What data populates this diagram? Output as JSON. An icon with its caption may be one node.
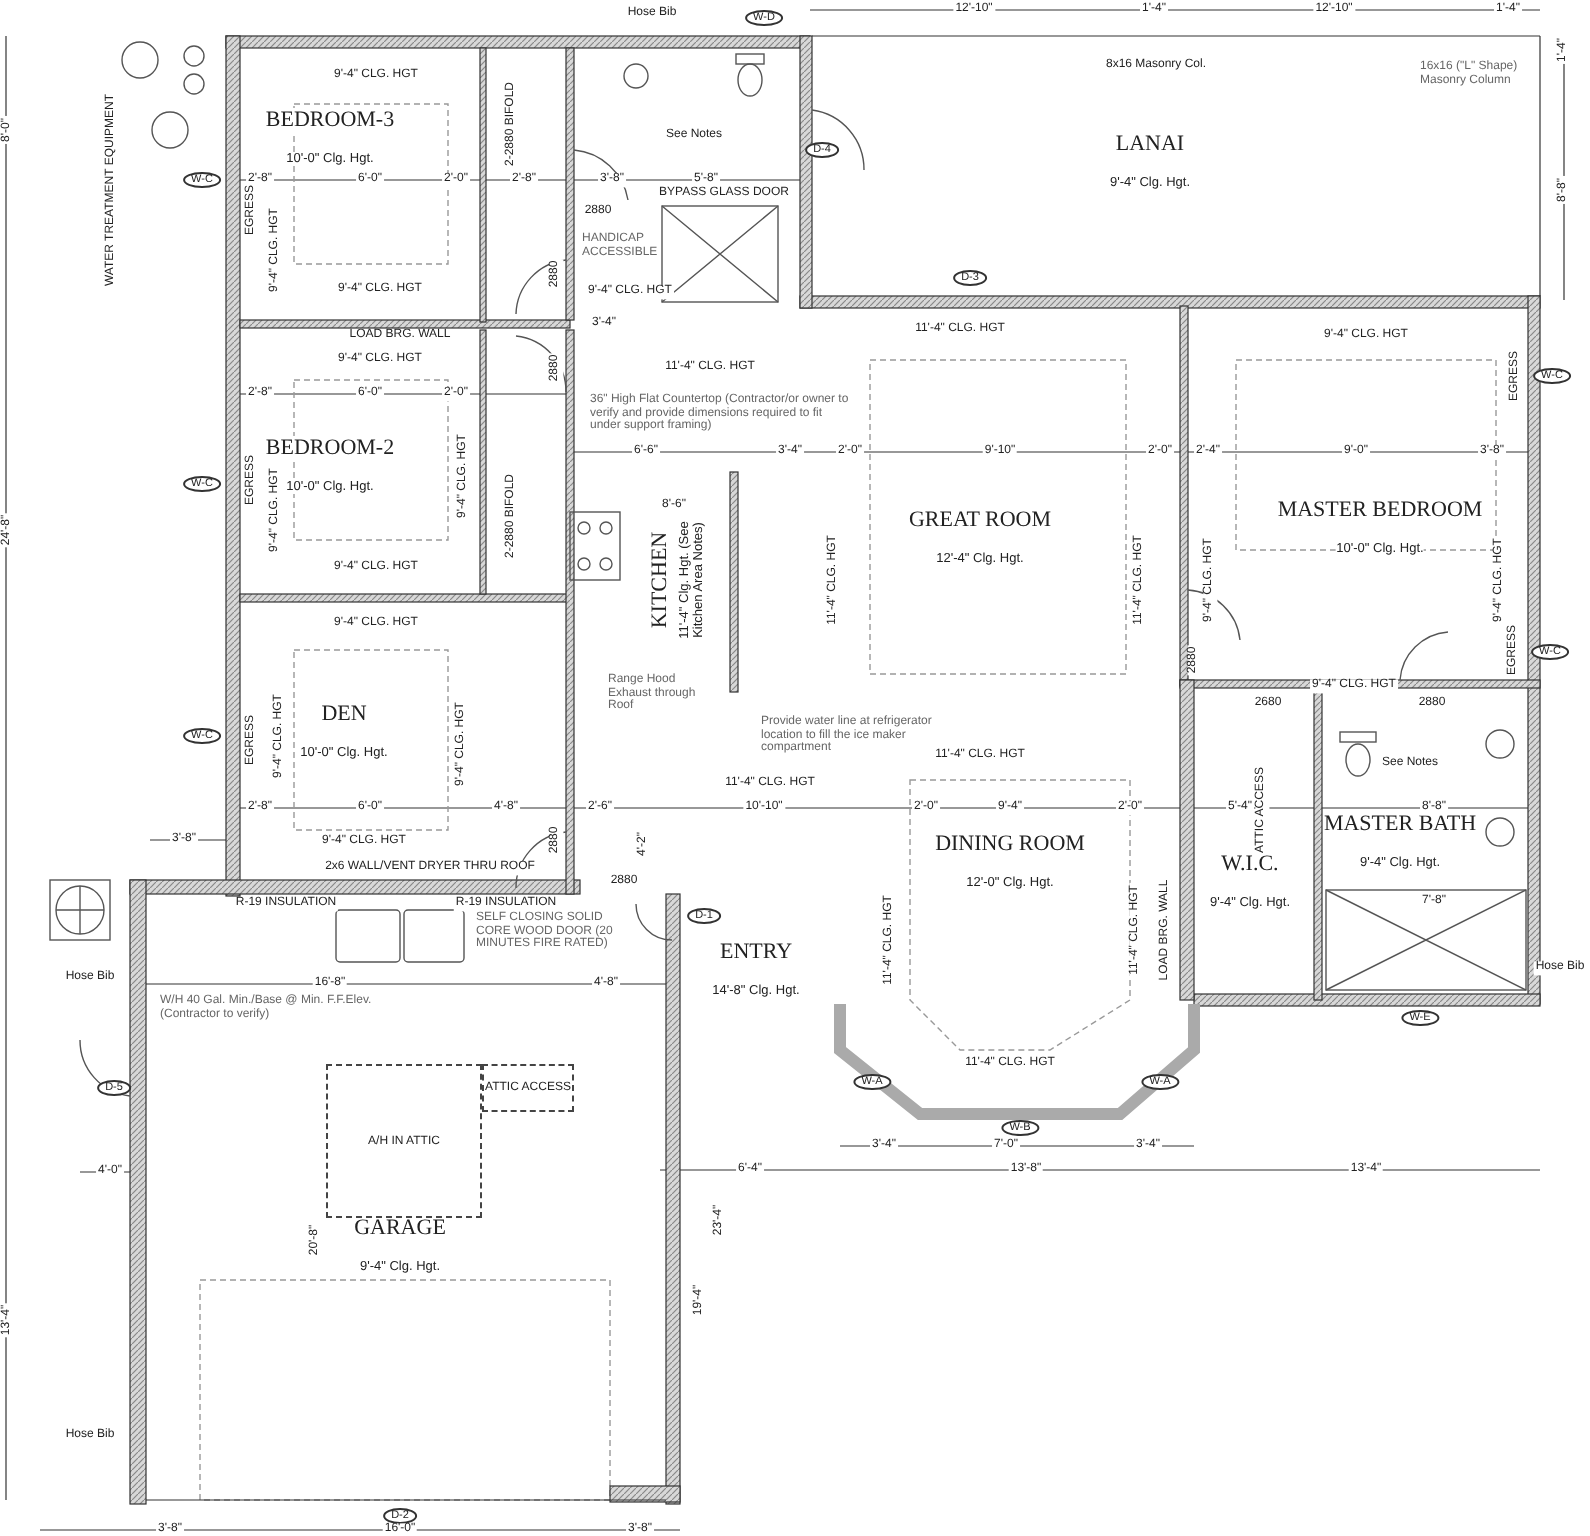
{
  "diagram": {
    "nodes": [
      {
        "text": [
          "BEDROOM-3",
          "10'-0\" Clg. Hgt."
        ]
      },
      {
        "text": [
          "LANAI",
          "9'-4\" Clg. Hgt."
        ]
      },
      {
        "text": [
          "BEDROOM-2",
          "10'-0\" Clg. Hgt."
        ]
      },
      {
        "text": [
          "KITCHEN",
          "11'-4\" Clg. Hgt. (See Kitchen Area Notes)"
        ]
      },
      {
        "text": [
          "GREAT ROOM",
          "12'-4\" Clg. Hgt."
        ]
      },
      {
        "text": [
          "MASTER BEDROOM",
          "10'-0\" Clg. Hgt."
        ]
      },
      {
        "text": [
          "DEN",
          "10'-0\" Clg. Hgt."
        ]
      },
      {
        "text": [
          "MASTER BATH",
          "9'-4\" Clg. Hgt."
        ]
      },
      {
        "text": [
          "W.I.C.",
          "9'-4\" Clg. Hgt."
        ]
      },
      {
        "text": [
          "DINING ROOM",
          "12'-0\" Clg. Hgt."
        ]
      },
      {
        "text": [
          "ENTRY",
          "14'-8\" Clg. Hgt."
        ]
      },
      {
        "text": [
          "GARAGE",
          "9'-4\" Clg. Hgt."
        ]
      },
      {
        "text": [
          "A/H IN ATTIC"
        ]
      },
      {
        "text": [
          "ATTIC ACCESS"
        ]
      },
      {
        "text": [
          "W-D"
        ]
      },
      {
        "text": [
          "W-C"
        ]
      },
      {
        "text": [
          "D-4"
        ]
      },
      {
        "text": [
          "D-3"
        ]
      },
      {
        "text": [
          "W-C"
        ]
      },
      {
        "text": [
          "W-C"
        ]
      },
      {
        "text": [
          "W-C"
        ]
      },
      {
        "text": [
          "W-C"
        ]
      },
      {
        "text": [
          "D-1"
        ]
      },
      {
        "text": [
          "D-5"
        ]
      },
      {
        "text": [
          "W-E"
        ]
      },
      {
        "text": [
          "W-A"
        ]
      },
      {
        "text": [
          "W-A"
        ]
      },
      {
        "text": [
          "W-B"
        ]
      },
      {
        "text": [
          "D-2"
        ]
      }
    ],
    "labels": [
      "8'-0\"",
      "WATER TREATMENT EQUIPMENT",
      "Hose Bib",
      "12'-10\"",
      "1'-4\"",
      "12'-10\"",
      "1'-4\"",
      "9'-4\" CLG. HGT",
      "2-2880 BIFOLD",
      "See Notes",
      "8x16 Masonry Col.",
      "16x16 (\"L\" Shape) Masonry Column",
      "1'-4\"",
      "8'-8\"",
      "2'-8\"",
      "6'-0\"",
      "2'-0\"",
      "2'-8\"",
      "3'-8\"",
      "5'-8\"",
      "EGRESS",
      "9'-4\" CLG. HGT",
      "BYPASS GLASS DOOR",
      "2880",
      "HANDICAP ACCESSIBLE",
      "2880",
      "9'-4\" CLG. HGT",
      "9'-4\" CLG. HGT",
      "LOAD BRG. WALL",
      "3'-4\"",
      "11'-4\" CLG. HGT",
      "9'-4\" CLG. HGT",
      "9'-4\" CLG. HGT",
      "11'-4\" CLG. HGT",
      "2880",
      "36\" High Flat Countertop (Contractor/or owner to verify and provide dimensions required to fit under support framing)",
      "EGRESS",
      "2'-8\"",
      "6'-0\"",
      "2'-0\"",
      "6'-6\"",
      "3'-4\"",
      "2'-0\"",
      "9'-10\"",
      "2'-0\"",
      "2'-4\"",
      "9'-0\"",
      "3'-8\"",
      "EGRESS",
      "9'-4\" CLG. HGT",
      "9'-4\" CLG. HGT",
      "2-2880 BIFOLD",
      "8'-6\"",
      "24'-8\"",
      "11'-4\" CLG. HGT",
      "11'-4\" CLG. HGT",
      "9'-4\" CLG. HGT",
      "9'-4\" CLG. HGT",
      "9'-4\" CLG. HGT",
      "9'-4\" CLG. HGT",
      "Range Hood Exhaust through Roof",
      "2880",
      "9'-4\" CLG. HGT",
      "EGRESS",
      "EGRESS",
      "9'-4\" CLG. HGT",
      "9'-4\" CLG. HGT",
      "2680",
      "2880",
      "Provide water line at refrigerator location to fill the ice maker compartment",
      "11'-4\" CLG. HGT",
      "11'-4\" CLG. HGT",
      "See Notes",
      "ATTIC ACCESS",
      "2'-8\"",
      "6'-0\"",
      "4'-8\"",
      "2'-6\"",
      "10'-10\"",
      "2'-0\"",
      "9'-4\"",
      "2'-0\"",
      "5'-4\"",
      "8'-8\"",
      "2880",
      "4'-2\"",
      "3'-8\"",
      "9'-4\" CLG. HGT",
      "2x6 WALL/VENT DRYER THRU ROOF",
      "R-19 INSULATION",
      "R-19 INSULATION",
      "2880",
      "SELF CLOSING SOLID CORE WOOD DOOR (20 MINUTES FIRE RATED)",
      "7'-8\"",
      "11'-4\" CLG. HGT",
      "11'-4\" CLG. HGT",
      "LOAD BRG. WALL",
      "Hose Bib",
      "Hose Bib",
      "16'-8\"",
      "4'-8\"",
      "W/H 40 Gal. Min./Base @ Min. F.F.Elev. (Contractor to verify)",
      "11'-4\" CLG. HGT",
      "3'-4\"",
      "7'-0\"",
      "3'-4\"",
      "4'-0\"",
      "6'-4\"",
      "13'-8\"",
      "13'-4\"",
      "23'-4\"",
      "20'-8\"",
      "19'-4\"",
      "13'-4\"",
      "Hose Bib",
      "3'-8\"",
      "16'-0\"",
      "3'-8\""
    ]
  }
}
